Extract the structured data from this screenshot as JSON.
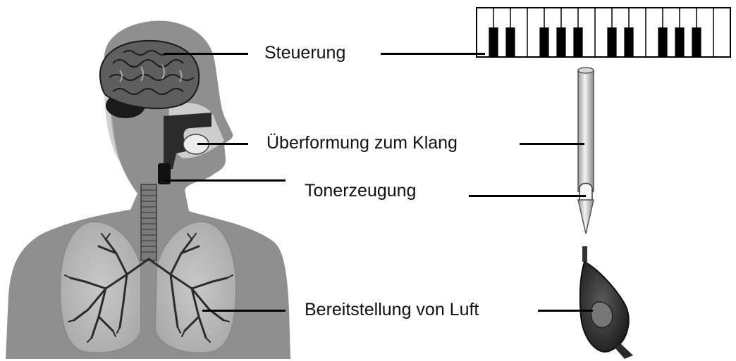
{
  "labels": {
    "control": "Steuerung",
    "shaping": "Überformung zum Klang",
    "tone": "Tonerzeugung",
    "air": "Bereitstellung von Luft"
  }
}
